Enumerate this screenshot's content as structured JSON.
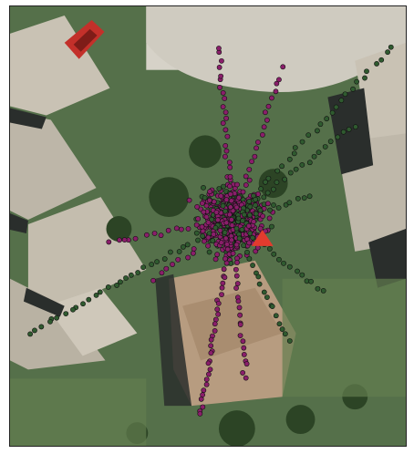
{
  "map": {
    "basemap": "aerial-imagery-residential",
    "colors": {
      "series_a": "#8a1e6a",
      "series_b": "#2f5a2f",
      "marker_stroke": "#111111",
      "home_marker": "#e23b2e",
      "grass": "#4f6a40",
      "tree": "#2c4425",
      "roof_light": "#c9c2b4",
      "roof_tan": "#b79c80",
      "road": "#d6d2c8",
      "shadow": "#2a2e2c",
      "car": "#c3302a"
    },
    "home_marker_icon": "triangle-icon",
    "home_location": [
      0.61,
      0.52
    ]
  }
}
